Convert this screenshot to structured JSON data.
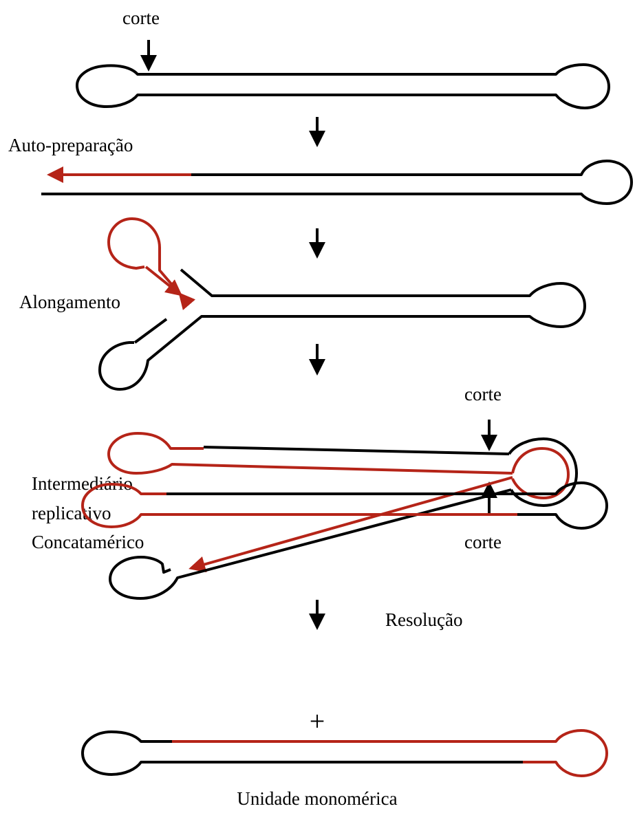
{
  "labels": {
    "corte_top": "corte",
    "auto_preparacao": "Auto-preparação",
    "alongamento": "Alongamento",
    "corte_upper": "corte",
    "intermediario_1": "Intermediário",
    "intermediario_2": "replicativo",
    "intermediario_3": "Concatamérico",
    "corte_lower": "corte",
    "resolucao": "Resolução",
    "plus": "+",
    "unidade": "Unidade monomérica"
  },
  "colors": {
    "strand_black": "#000000",
    "strand_red": "#b52418",
    "background": "#ffffff"
  }
}
